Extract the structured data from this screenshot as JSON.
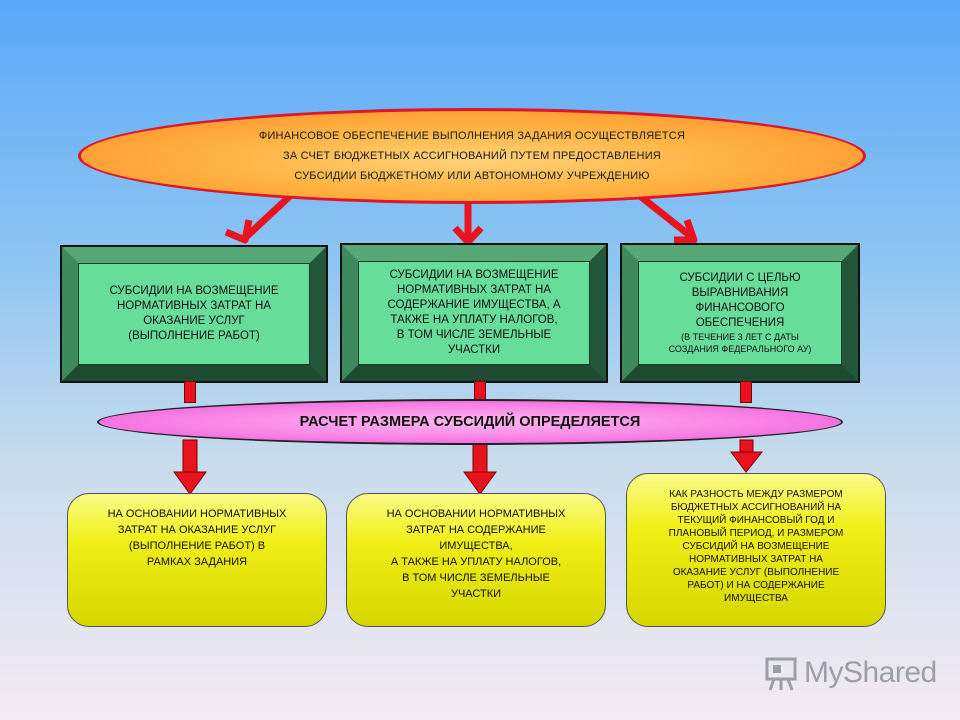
{
  "top_oval": {
    "lines": [
      "ФИНАНСОВОЕ  ОБЕСПЕЧЕНИЕ  ВЫПОЛНЕНИЯ  ЗАДАНИЯ  ОСУЩЕСТВЛЯЕТСЯ",
      "ЗА  СЧЕТ  БЮДЖЕТНЫХ  АССИГНОВАНИЙ  ПУТЕМ  ПРЕДОСТАВЛЕНИЯ",
      "СУБСИДИИ  БЮДЖЕТНОМУ  ИЛИ  АВТОНОМНОМУ  УЧРЕЖДЕНИЮ"
    ]
  },
  "green_boxes": [
    {
      "lines": [
        "СУБСИДИИ  НА  ВОЗМЕЩЕНИЕ",
        "НОРМАТИВНЫХ  ЗАТРАТ  НА",
        "ОКАЗАНИЕ  УСЛУГ",
        "(ВЫПОЛНЕНИЕ  РАБОТ)"
      ]
    },
    {
      "lines": [
        "СУБСИДИИ  НА  ВОЗМЕЩЕНИЕ",
        "НОРМАТИВНЫХ  ЗАТРАТ  НА",
        "СОДЕРЖАНИЕ  ИМУЩЕСТВА,  А",
        "ТАКЖЕ  НА  УПЛАТУ  НАЛОГОВ,",
        "В  ТОМ  ЧИСЛЕ  ЗЕМЕЛЬНЫЕ",
        "УЧАСТКИ"
      ]
    },
    {
      "lines": [
        "СУБСИДИИ  С  ЦЕЛЬЮ",
        "ВЫРАВНИВАНИЯ",
        "ФИНАНСОВОГО",
        "ОБЕСПЕЧЕНИЯ"
      ],
      "note_lines": [
        "(В ТЕЧЕНИЕ 3 ЛЕТ С ДАТЫ",
        "СОЗДАНИЯ ФЕДЕРАЛЬНОГО АУ)"
      ]
    }
  ],
  "pink_oval": {
    "label": "РАСЧЕТ РАЗМЕРА СУБСИДИЙ ОПРЕДЕЛЯЕТСЯ"
  },
  "yellow_boxes": [
    {
      "lines": [
        "НА  ОСНОВАНИИ  НОРМАТИВНЫХ",
        "ЗАТРАТ  НА  ОКАЗАНИЕ  УСЛУГ",
        "(ВЫПОЛНЕНИЕ  РАБОТ)  В",
        "РАМКАХ  ЗАДАНИЯ"
      ]
    },
    {
      "lines": [
        "НА  ОСНОВАНИИ  НОРМАТИВНЫХ",
        "ЗАТРАТ  НА  СОДЕРЖАНИЕ",
        "ИМУЩЕСТВА,",
        "А  ТАКЖЕ  НА  УПЛАТУ  НАЛОГОВ,",
        "В  ТОМ  ЧИСЛЕ  ЗЕМЕЛЬНЫЕ",
        "УЧАСТКИ"
      ]
    },
    {
      "lines": [
        "КАК РАЗНОСТЬ МЕЖДУ РАЗМЕРОМ",
        "БЮДЖЕТНЫХ АССИГНОВАНИЙ НА",
        "ТЕКУЩИЙ ФИНАНСОВЫЙ ГОД И",
        "ПЛАНОВЫЙ ПЕРИОД, И РАЗМЕРОМ",
        "СУБСИДИЙ НА ВОЗМЕЩЕНИЕ",
        "НОРМАТИВНЫХ ЗАТРАТ НА",
        "ОКАЗАНИЕ УСЛУГ (ВЫПОЛНЕНИЕ",
        "РАБОТ) И НА СОДЕРЖАНИЕ",
        "ИМУЩЕСТВА"
      ]
    }
  ],
  "logo": {
    "text": "MyShared",
    "icon": "presentation-board-icon"
  },
  "colors": {
    "arrow": "#e8131f",
    "green_face": "#66dd99",
    "green_frame": "#2f6b45",
    "oval_orange": "#ffb443",
    "oval_pink": "#f77ee4",
    "yellow": "#f0f018"
  }
}
